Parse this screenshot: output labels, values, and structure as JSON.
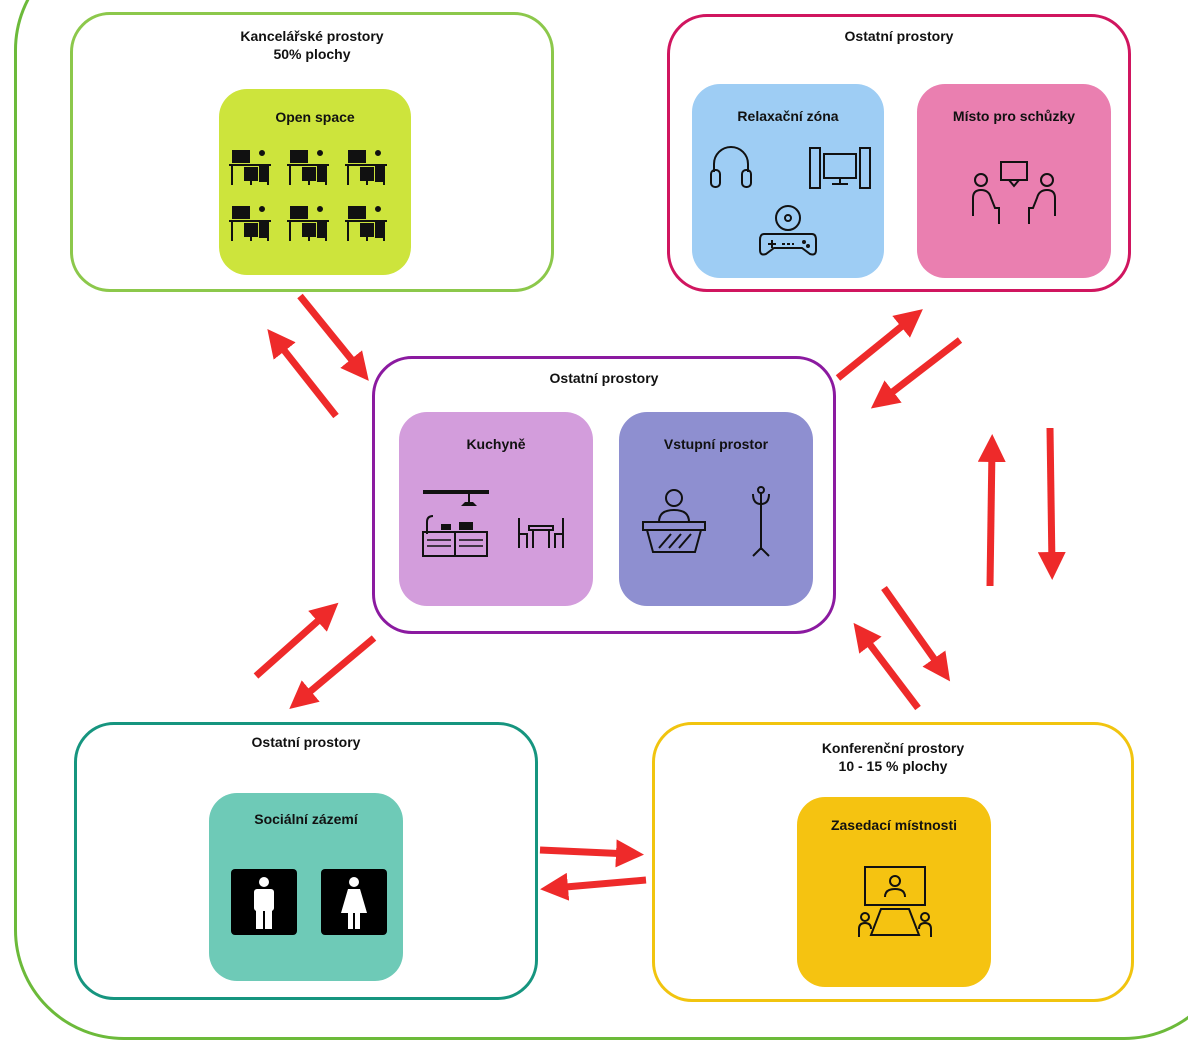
{
  "groups": {
    "office": {
      "title": "Kancelářské prostory\n50% plochy",
      "color": "#8cc84b"
    },
    "other_top": {
      "title": "Ostatní  prostory",
      "color": "#d0155f"
    },
    "other_center": {
      "title": "Ostatní  prostory",
      "color": "#8b1aa0"
    },
    "other_bottom": {
      "title": "Ostatní  prostory",
      "color": "#16957f"
    },
    "conference": {
      "title": "Konferenční prostory\n10 - 15 % plochy",
      "color": "#f1c40f"
    }
  },
  "rooms": {
    "open_space": {
      "label": "Open space",
      "color": "#cde43c"
    },
    "relax": {
      "label": "Relaxační zóna",
      "color": "#9ecdf4"
    },
    "meeting_spot": {
      "label": "Místo pro schůzky",
      "color": "#ea7fb0"
    },
    "kitchen": {
      "label": "Kuchyně",
      "color": "#d39ddc"
    },
    "entrance": {
      "label": "Vstupní prostor",
      "color": "#8e8fd0"
    },
    "social": {
      "label": "Sociální zázemí",
      "color": "#6ecab7"
    },
    "meeting_rooms": {
      "label": "Zasedací místnosti",
      "color": "#f5c311"
    }
  },
  "arrow_color": "#ee2a2a",
  "outer_border_color": "#6cba3a",
  "icons": [
    "workstation-icon",
    "headphones-icon",
    "speakers-tv-icon",
    "gamepad-icon",
    "meeting-people-icon",
    "kitchen-counter-icon",
    "table-chairs-icon",
    "receptionist-icon",
    "coat-rack-icon",
    "male-toilet-icon",
    "female-toilet-icon",
    "conference-table-icon"
  ]
}
